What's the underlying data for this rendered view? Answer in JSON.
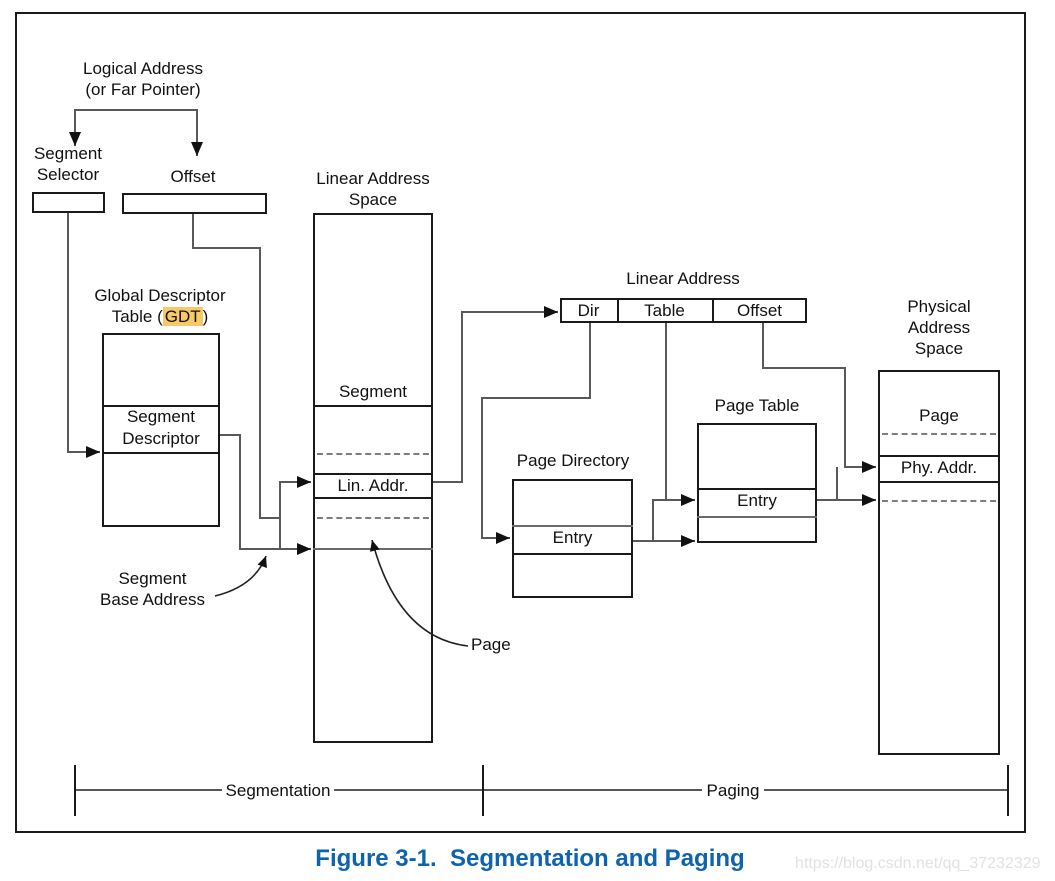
{
  "caption": {
    "text": "Figure 3-1.  Segmentation and Paging",
    "color": "#0e63b0"
  },
  "watermark": {
    "text": "https://blog.csdn.net/qq_37232329"
  },
  "colors": {
    "gdt_highlight": "#f7ca67",
    "wire": "#58595b",
    "dashed_line": "#7d7d7d",
    "caption_blue": "#0e63b0"
  },
  "diagram": {
    "logical_address": {
      "line1": "Logical Address",
      "line2": "(or Far Pointer)"
    },
    "segment_selector": {
      "line1": "Segment",
      "line2": "Selector"
    },
    "offset_label": "Offset",
    "gdt": {
      "title_line1": "Global Descriptor",
      "title_line2_pre": "Table (",
      "title_highlight": "GDT",
      "title_line2_post": ")",
      "descriptor_line1": "Segment",
      "descriptor_line2": "Descriptor"
    },
    "linear_address_space": {
      "title_line1": "Linear Address",
      "title_line2": "Space",
      "segment": "Segment",
      "lin_addr": "Lin. Addr."
    },
    "segment_base": {
      "line1": "Segment",
      "line2": "Base Address"
    },
    "page_callout": "Page",
    "linear_address": {
      "title": "Linear Address",
      "dir": "Dir",
      "table": "Table",
      "offset": "Offset"
    },
    "page_directory": {
      "title": "Page Directory",
      "entry": "Entry"
    },
    "page_table": {
      "title": "Page Table",
      "entry": "Entry"
    },
    "physical_address_space": {
      "title_line1": "Physical",
      "title_line2": "Address",
      "title_line3": "Space",
      "page": "Page",
      "phy_addr": "Phy. Addr."
    },
    "brackets": {
      "segmentation": "Segmentation",
      "paging": "Paging"
    }
  }
}
